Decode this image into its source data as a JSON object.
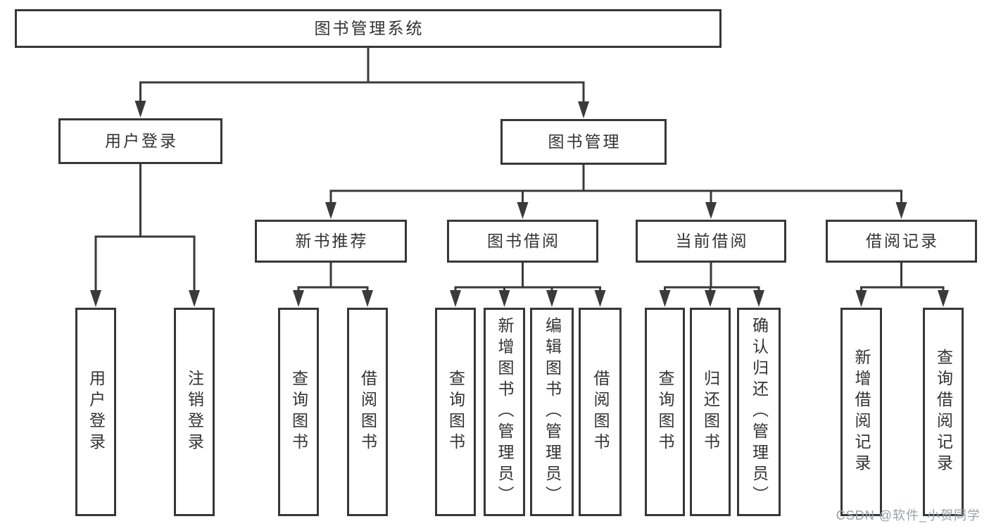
{
  "diagram": {
    "type": "hierarchy-flowchart",
    "nodes": [
      {
        "id": "root",
        "label": "图书管理系统",
        "level": 1
      },
      {
        "id": "login",
        "label": "用户登录",
        "level": 2
      },
      {
        "id": "mgmt",
        "label": "图书管理",
        "level": 2
      },
      {
        "id": "recommend",
        "label": "新书推荐",
        "level": 3
      },
      {
        "id": "borrow",
        "label": "图书借阅",
        "level": 3
      },
      {
        "id": "current",
        "label": "当前借阅",
        "level": 3
      },
      {
        "id": "records",
        "label": "借阅记录",
        "level": 3
      },
      {
        "id": "leaf-user-login",
        "label": "用户登录",
        "level": 4
      },
      {
        "id": "leaf-logout",
        "label": "注销登录",
        "level": 4
      },
      {
        "id": "leaf-rec-query",
        "label": "查询图书",
        "level": 4
      },
      {
        "id": "leaf-rec-borrow",
        "label": "借阅图书",
        "level": 4
      },
      {
        "id": "leaf-bor-query",
        "label": "查询图书",
        "level": 4
      },
      {
        "id": "leaf-bor-add",
        "label": "新增图书（管理员）",
        "level": 4
      },
      {
        "id": "leaf-bor-edit",
        "label": "编辑图书（管理员）",
        "level": 4
      },
      {
        "id": "leaf-bor-borrow",
        "label": "借阅图书",
        "level": 4
      },
      {
        "id": "leaf-cur-query",
        "label": "查询图书",
        "level": 4
      },
      {
        "id": "leaf-cur-return",
        "label": "归还图书",
        "level": 4
      },
      {
        "id": "leaf-cur-confirm",
        "label": "确认归还（管理员）",
        "level": 4
      },
      {
        "id": "leaf-recd-add",
        "label": "新增借阅记录",
        "level": 4
      },
      {
        "id": "leaf-recd-query",
        "label": "查询借阅记录",
        "level": 4
      }
    ],
    "edges": [
      {
        "from": "root",
        "to": [
          "login",
          "mgmt"
        ]
      },
      {
        "from": "login",
        "to": [
          "leaf-user-login",
          "leaf-logout"
        ]
      },
      {
        "from": "mgmt",
        "to": [
          "recommend",
          "borrow",
          "current",
          "records"
        ]
      },
      {
        "from": "recommend",
        "to": [
          "leaf-rec-query",
          "leaf-rec-borrow"
        ]
      },
      {
        "from": "borrow",
        "to": [
          "leaf-bor-query",
          "leaf-bor-add",
          "leaf-bor-edit",
          "leaf-bor-borrow"
        ]
      },
      {
        "from": "current",
        "to": [
          "leaf-cur-query",
          "leaf-cur-return",
          "leaf-cur-confirm"
        ]
      },
      {
        "from": "records",
        "to": [
          "leaf-recd-add",
          "leaf-recd-query"
        ]
      }
    ]
  },
  "watermark": {
    "text": "CSDN @软件_小贺同学"
  },
  "colors": {
    "line": "#3a3a3a",
    "box_border": "#373737",
    "box_fill": "#ffffff",
    "text": "#333333",
    "watermark": "#9aa0a6",
    "background": "#ffffff"
  }
}
